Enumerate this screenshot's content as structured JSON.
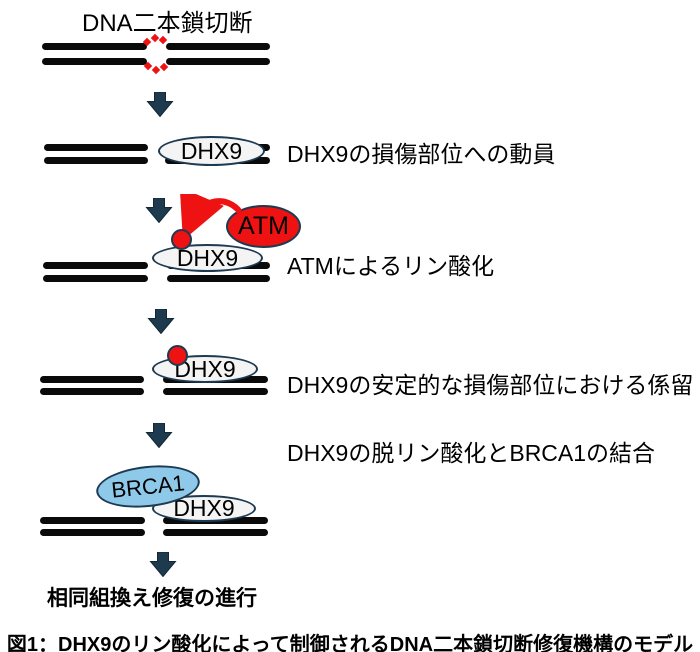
{
  "figure": {
    "title": "DNA二本鎖切断",
    "outcome": "相同組換え修復の進行",
    "caption": "図1：DHX9のリン酸化によって制御されるDNA二本鎖切断修復機構のモデル"
  },
  "molecules": {
    "dhx9": "DHX9",
    "atm": "ATM",
    "brca1": "BRCA1"
  },
  "steps": [
    {
      "label": "DHX9の損傷部位への動員"
    },
    {
      "label": "ATMによるリン酸化"
    },
    {
      "label": "DHX9の安定的な損傷部位における係留"
    },
    {
      "label": "DHX9の脱リン酸化とBRCA1の結合"
    }
  ],
  "icons": {
    "down_arrow": "block-down-arrow",
    "atm_to_dhx9_arrow": "curved-red-arrow",
    "break_marks": "red-diamond-break-marks",
    "phosphate": "red-phosphate-dot"
  },
  "colors": {
    "dna_black": "#0a0a0a",
    "outline_navy": "#1c3a52",
    "arrow_navy": "#1e3a4e",
    "red": "#ee1212",
    "brca1_blue": "#8ec9e9",
    "dhx9_fill": "#f4f4f4"
  }
}
